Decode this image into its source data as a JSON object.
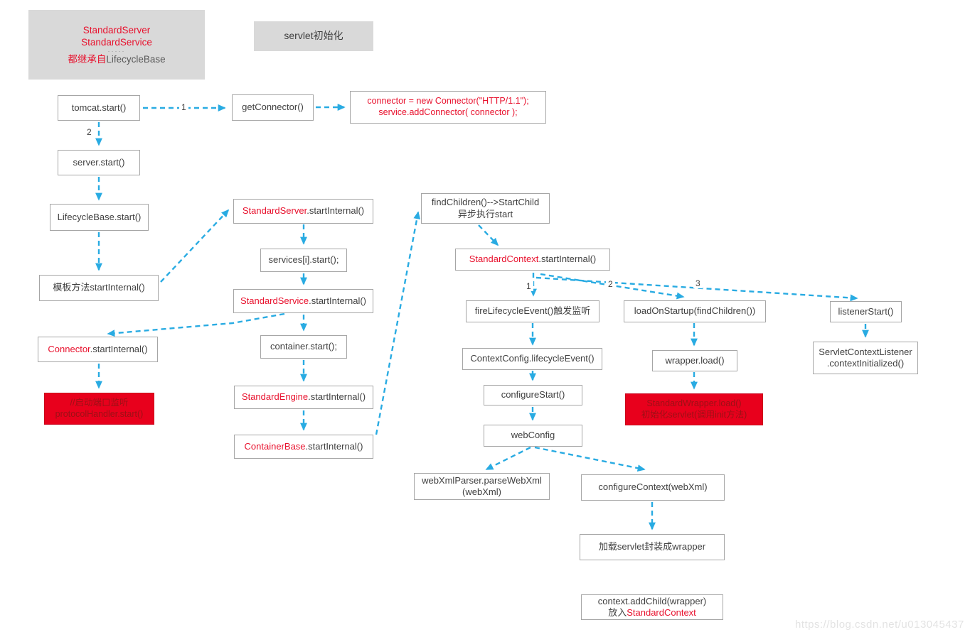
{
  "legend_box": {
    "line1": "StandardServer",
    "line2": "StandardService",
    "dots": "·····",
    "line3_red": "都继承自",
    "line3_rest": "LifecycleBase"
  },
  "title_box": {
    "label": "servlet初始化"
  },
  "nodes": {
    "tomcat_start": {
      "label": "tomcat.start()"
    },
    "get_connector": {
      "label": "getConnector()"
    },
    "connector_code": {
      "line1": "connector = new Connector(\"HTTP/1.1\");",
      "line2": "service.addConnector( connector );"
    },
    "server_start": {
      "label": "server.start()"
    },
    "lifecyclebase_start": {
      "label": "LifecycleBase.start()"
    },
    "template_method": {
      "label": "模板方法startInternal()"
    },
    "connector_si": {
      "red": "Connector",
      "rest": ".startInternal()"
    },
    "port_listen": {
      "line1": "//启动端口监听",
      "line2": "protocolHandler.start()"
    },
    "standardserver_si": {
      "red": "StandardServer",
      "rest": ".startInternal()"
    },
    "services_start": {
      "label": "services[i].start();"
    },
    "standardservice_si": {
      "red": "StandardService",
      "rest": ".startInternal()"
    },
    "container_start": {
      "label": "container.start();"
    },
    "standardengine_si": {
      "red": "StandardEngine",
      "rest": ".startInternal()"
    },
    "containerbase_si": {
      "red": "ContainerBase",
      "rest": ".startInternal()"
    },
    "find_children": {
      "line1": "findChildren()-->StartChild",
      "line2": "异步执行start"
    },
    "standardcontext_si": {
      "red": "StandardContext",
      "rest": ".startInternal()"
    },
    "fire_lifecycle": {
      "label": "fireLifecycleEvent()触发监听"
    },
    "context_config": {
      "label": "ContextConfig.lifecycleEvent()"
    },
    "configure_start": {
      "label": "configureStart()"
    },
    "web_config": {
      "label": "webConfig"
    },
    "webxml_parser": {
      "line1": "webXmlParser.parseWebXml",
      "line2": "(webXml)"
    },
    "configure_context": {
      "label": "configureContext(webXml)"
    },
    "load_servlet_wrapper": {
      "label": "加载servlet封装成wrapper"
    },
    "add_child": {
      "line1": "context.addChild(wrapper)",
      "line2_prefix": "放入",
      "line2_red": "StandardContext"
    },
    "load_on_startup": {
      "label": "loadOnStartup(findChildren())"
    },
    "wrapper_load": {
      "label": "wrapper.load()"
    },
    "standardwrapper_load": {
      "line1": "StandardWrapper.load()",
      "line2": "初始化servlet(调用init方法)"
    },
    "listener_start": {
      "label": "listenerStart()"
    },
    "servlet_context_listener": {
      "line1": "ServletContextListener",
      "line2": ".contextInitialized()"
    }
  },
  "edge_labels": {
    "top_1": "1",
    "left_2": "2",
    "fan_1": "1",
    "fan_2": "2",
    "fan_3": "3"
  },
  "watermark": "https://blog.csdn.net/u013045437",
  "colors": {
    "arrow": "#29ABE2",
    "red_text": "#E8112D",
    "red_box_bg": "#E8001C",
    "red_box_text": "#9C1016",
    "gray_box_bg": "#D9D9D9",
    "box_border": "#A6A6A6",
    "text": "#404040"
  }
}
